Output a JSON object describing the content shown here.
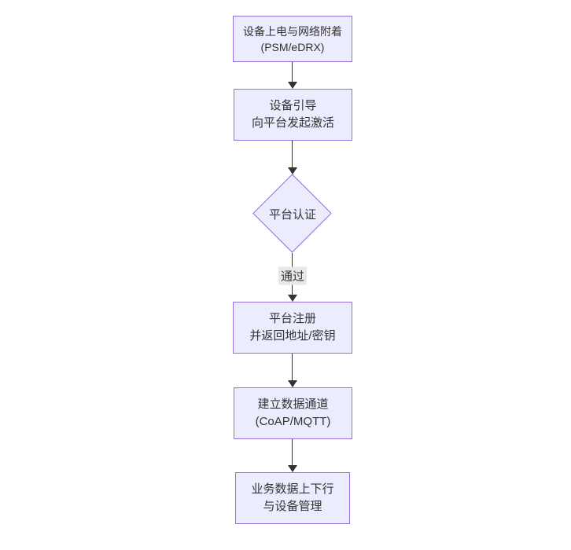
{
  "diagram": {
    "type": "flowchart",
    "direction": "top-down",
    "background": "#ffffff",
    "colors": {
      "node_fill": "#ECECFF",
      "node_border": "#9370DB",
      "edge": "#333333",
      "text": "#333333",
      "edge_label_bg": "#e8e8e8"
    },
    "nodes": [
      {
        "id": "attach",
        "shape": "rect",
        "lines": [
          "设备上电与网络附着",
          "(PSM/eDRX)"
        ]
      },
      {
        "id": "bootstrap",
        "shape": "rect",
        "lines": [
          "设备引导",
          "向平台发起激活"
        ]
      },
      {
        "id": "auth",
        "shape": "diamond",
        "lines": [
          "平台认证"
        ]
      },
      {
        "id": "register",
        "shape": "rect",
        "lines": [
          "平台注册",
          "并返回地址/密钥"
        ]
      },
      {
        "id": "channel",
        "shape": "rect",
        "lines": [
          "建立数据通道",
          "(CoAP/MQTT)"
        ]
      },
      {
        "id": "business",
        "shape": "rect",
        "lines": [
          "业务数据上下行",
          "与设备管理"
        ]
      }
    ],
    "edges": [
      {
        "from": "attach",
        "to": "bootstrap",
        "label": ""
      },
      {
        "from": "bootstrap",
        "to": "auth",
        "label": ""
      },
      {
        "from": "auth",
        "to": "register",
        "label": "通过"
      },
      {
        "from": "register",
        "to": "channel",
        "label": ""
      },
      {
        "from": "channel",
        "to": "business",
        "label": ""
      }
    ]
  }
}
